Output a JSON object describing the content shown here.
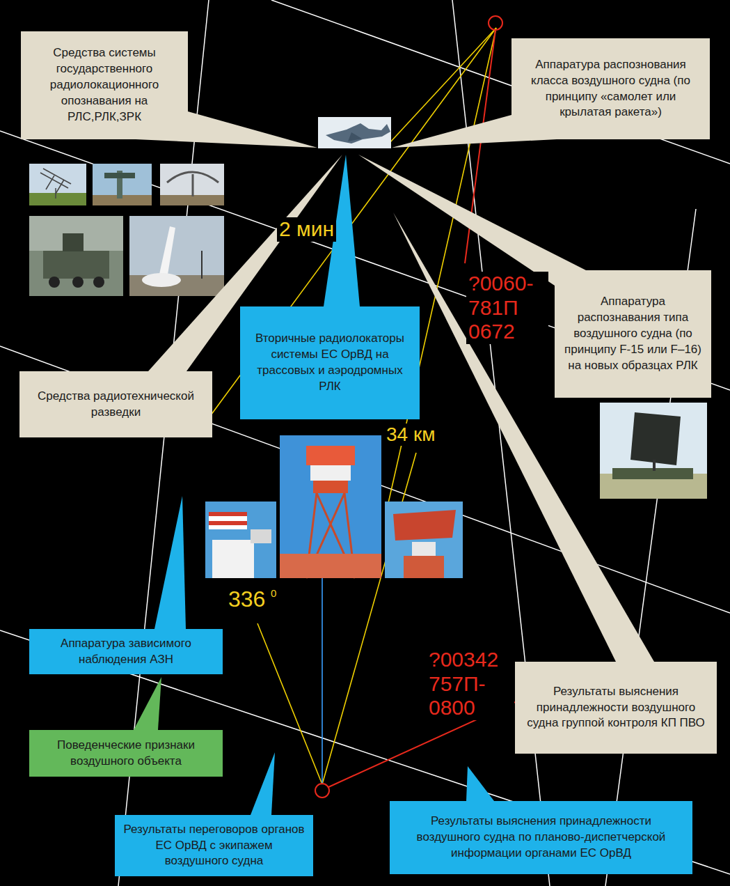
{
  "diagram": {
    "nodes": [
      {
        "text": [
          "Средства системы государственного радиолокационного опознавания на РЛС,РЛК,ЗРК"
        ]
      },
      {
        "text": [
          "Аппаратура распознования класса воздушного судна (по принципу «самолет или крылатая ракета»)"
        ]
      },
      {
        "text": [
          "Вторичные радиолокаторы системы ЕС ОрВД на трассовых и аэродромных РЛК"
        ]
      },
      {
        "text": [
          "Аппаратура распознавания типа воздушного судна (по принципу F-15 или F–16) на новых образцах РЛК"
        ]
      },
      {
        "text": [
          "Средства радиотехнической разведки"
        ]
      },
      {
        "text": [
          "Аппаратура зависимого наблюдения АЗН"
        ]
      },
      {
        "text": [
          "Поведенческие признаки воздушного объекта"
        ]
      },
      {
        "text": [
          "Результаты выяснения принадлежности воздушного судна группой контроля КП ПВО"
        ]
      },
      {
        "text": [
          "Результаты переговоров органов ЕС ОрВД с экипажем воздушного судна"
        ]
      },
      {
        "text": [
          "Результаты выяснения принадлежности воздушного судна по планово-диспетчерской информации органами ЕС ОрВД"
        ]
      }
    ],
    "labels": [
      "2 мин",
      "34 км",
      "336",
      "0",
      "?0060- 781П 0672",
      "?00342 757П- 0800"
    ]
  }
}
